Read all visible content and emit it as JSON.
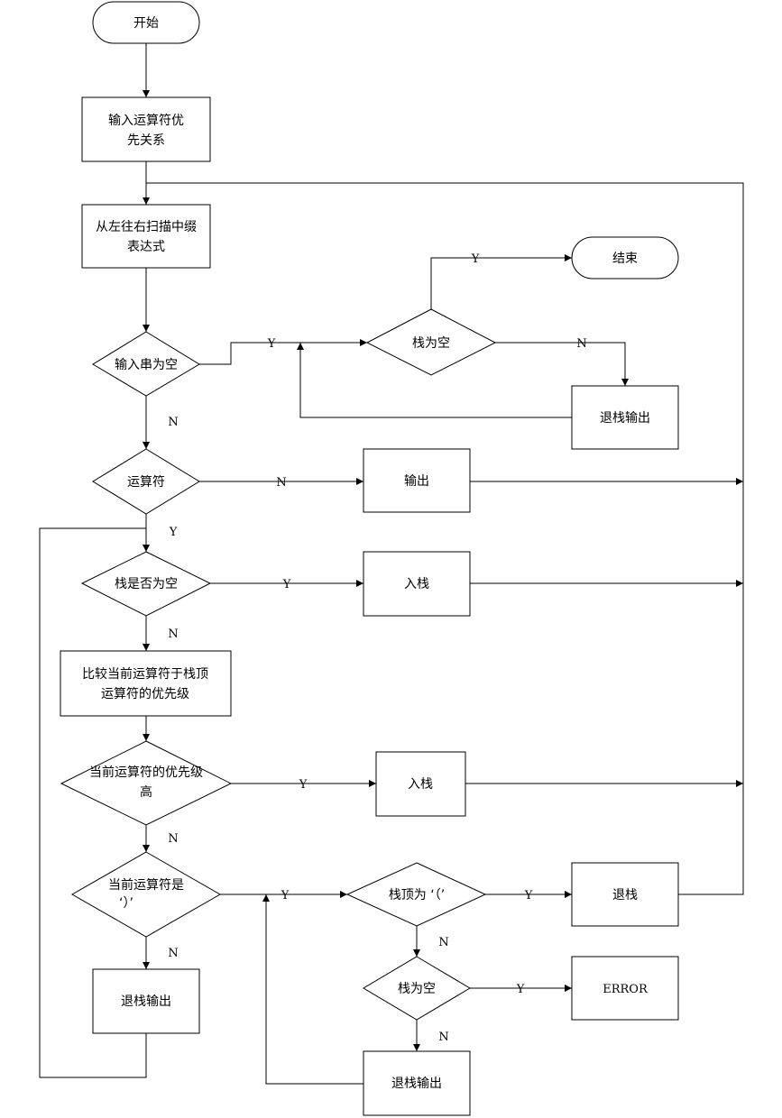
{
  "nodes": {
    "start": "开始",
    "input_priority": [
      "输入运算符优",
      "先关系"
    ],
    "scan": [
      "从左往右扫描中缀",
      "表达式"
    ],
    "input_empty": "输入串为空",
    "stack_empty_1": "栈为空",
    "end": "结束",
    "pop_output_1": "退栈输出",
    "is_operator": "运算符",
    "output": "输出",
    "stack_is_empty": "栈是否为空",
    "push_1": "入栈",
    "compare": [
      "比较当前运算符于栈顶",
      "运算符的优先级"
    ],
    "higher_priority": [
      "当前运算符的优先级",
      "高"
    ],
    "push_2": "入栈",
    "is_rparen": [
      "当前运算符是",
      "‘）’"
    ],
    "top_lparen": "栈顶为 ‘（’",
    "pop": "退栈",
    "stack_empty_2": "栈为空",
    "error": "ERROR",
    "pop_output_2": "退栈输出",
    "pop_output_3": "退栈输出"
  },
  "edge_labels": {
    "input_empty_yes": "Y",
    "input_empty_no": "N",
    "stack_empty_1_yes": "Y",
    "stack_empty_1_no": "N",
    "is_operator_no": "N",
    "is_operator_yes": "Y",
    "stack_is_empty_yes": "Y",
    "stack_is_empty_no": "N",
    "higher_yes": "Y",
    "higher_no": "N",
    "rparen_yes": "Y",
    "rparen_no": "N",
    "top_lparen_yes": "Y",
    "top_lparen_no": "N",
    "stack_empty_2_yes": "Y",
    "stack_empty_2_no": "N"
  }
}
